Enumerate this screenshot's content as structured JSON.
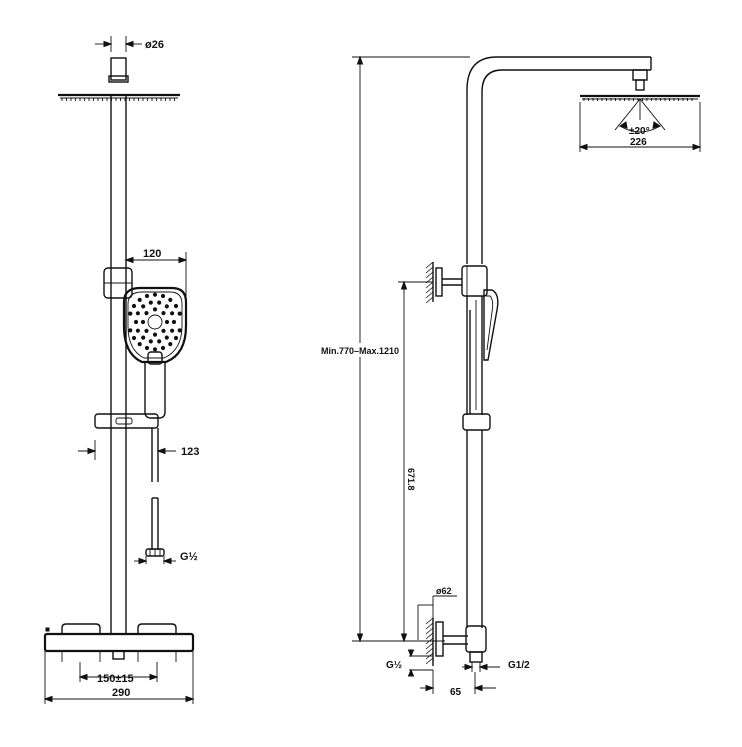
{
  "dimensions": {
    "front": {
      "pipe_diameter": "ø26",
      "handshower_width": "120",
      "slider_height": "123",
      "inlet_thread": "G½",
      "valve_spacing": "150±15",
      "valve_width": "290"
    },
    "side": {
      "height_range": "Min.770–Max.1210",
      "arm_height": "671.8",
      "head_angle": "±20°",
      "head_diameter": "226",
      "escutcheon_diameter": "ø62",
      "inlet_thread": "G½",
      "outlet_thread": "G1/2",
      "projection": "65"
    }
  },
  "colors": {
    "line": "#111111",
    "background": "#ffffff"
  }
}
